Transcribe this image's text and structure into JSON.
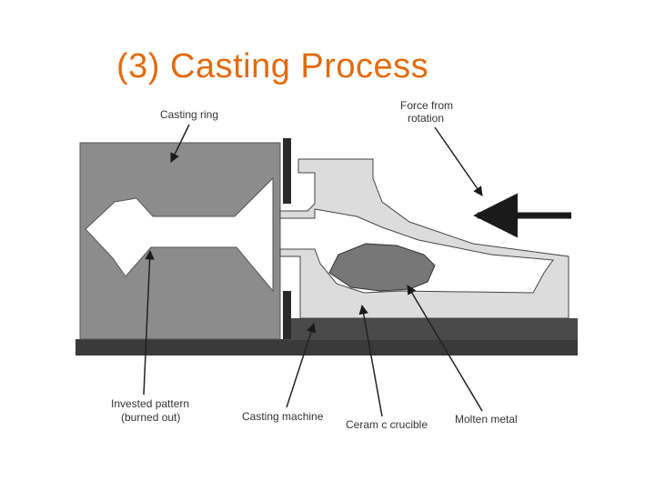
{
  "slide": {
    "title": "(3) Casting Process"
  },
  "diagram": {
    "labels": {
      "casting_ring": "Casting ring",
      "force_line1": "Force from",
      "force_line2": "rotation",
      "invested_line1": "Invested pattern",
      "invested_line2": "(burned out)",
      "casting_machine": "Casting machine",
      "ceramic_crucible": "Ceram c crucible",
      "molten_metal": "Molten metal"
    },
    "colors": {
      "title": "#e26b10",
      "ring_fill": "#8c8c8c",
      "crucible_fill": "#dcdcdc",
      "metal_fill": "#777777",
      "base_fill": "#3a3a3a",
      "arrow": "#1a1a1a"
    }
  }
}
